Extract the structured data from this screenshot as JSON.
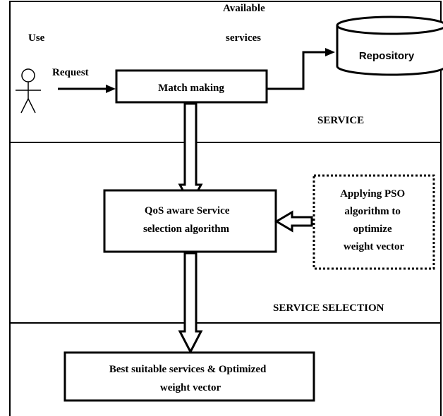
{
  "labels": {
    "user": "Use",
    "request": "Request",
    "available_services": [
      "Available",
      "services"
    ],
    "match_making": "Match making",
    "repository": "Repository",
    "service_layer": "SERVICE",
    "qos_box": [
      "QoS aware Service",
      "selection algorithm"
    ],
    "pso_box": [
      "Applying PSO",
      "algorithm to",
      "optimize",
      "weight vector"
    ],
    "service_selection_layer": "SERVICE SELECTION",
    "result_box": [
      "Best suitable services & Optimized",
      "weight vector"
    ]
  }
}
